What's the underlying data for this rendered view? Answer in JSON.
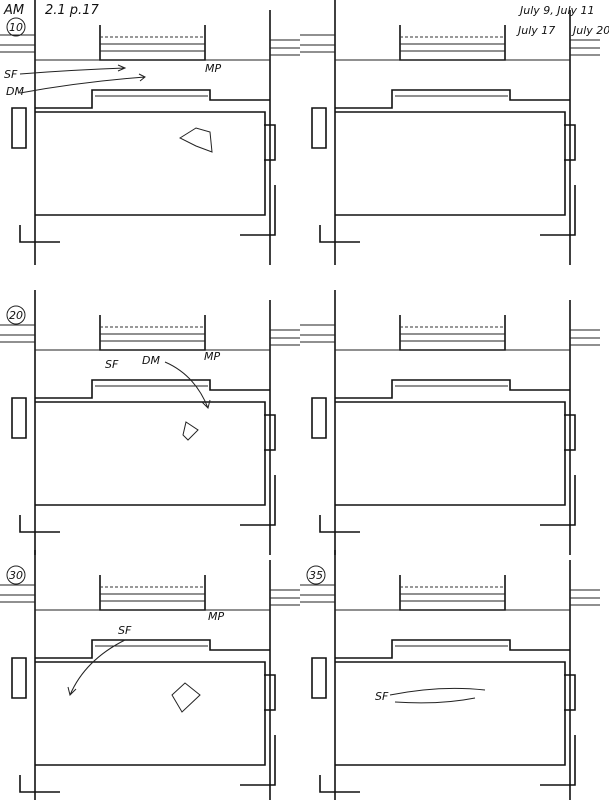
{
  "header": {
    "session": "AM",
    "reference": "2.1 p.17",
    "dates_line1": "July 9, July 11",
    "dates_line2_a": "July 17",
    "dates_line2_b": "July 20"
  },
  "panels": [
    {
      "id": "p1",
      "time": "10",
      "labels": {
        "sf": "SF",
        "dm": "DM",
        "mp": "MP"
      }
    },
    {
      "id": "p2",
      "time": "",
      "labels": {}
    },
    {
      "id": "p3",
      "time": "20",
      "labels": {
        "sf": "SF",
        "dm": "DM",
        "mp": "MP"
      }
    },
    {
      "id": "p4",
      "time": "",
      "labels": {}
    },
    {
      "id": "p5",
      "time": "30",
      "labels": {
        "sf": "SF",
        "mp": "MP"
      }
    },
    {
      "id": "p6",
      "time": "35",
      "labels": {
        "sf": "SF"
      }
    }
  ]
}
